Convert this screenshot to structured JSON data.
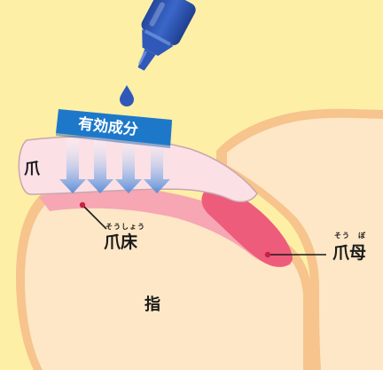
{
  "banner": {
    "text": "有効成分"
  },
  "labels": {
    "nail": "爪",
    "nail_bed": "爪床",
    "nail_bed_ruby": "そうしょう",
    "nail_matrix": "爪母",
    "nail_matrix_ruby": "そう　ぼ",
    "finger": "指"
  },
  "colors": {
    "background": "#fdefa6",
    "skin": "#fde7c6",
    "skin_edge": "#f6c48c",
    "nail": "#fbe0e6",
    "nail_bed": "#ee5c7b",
    "bottle": "#2f58b9",
    "arrows": "#5b8dd8",
    "banner": "#1d78c9"
  }
}
